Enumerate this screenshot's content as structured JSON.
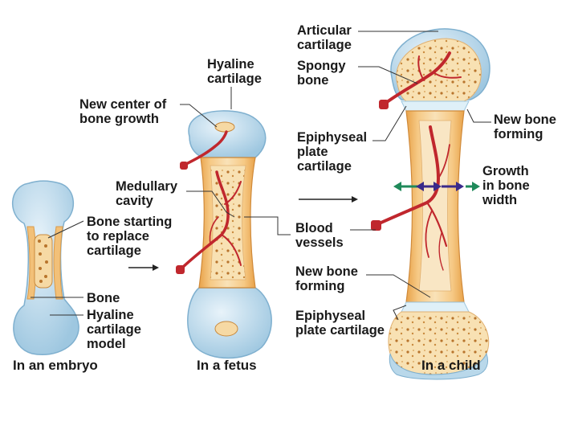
{
  "labels": {
    "new_center": "New center of\nbone growth",
    "hyaline_fetus": "Hyaline\ncartilage",
    "medullary": "Medullary\ncavity",
    "bone_starting": "Bone starting\nto replace\ncartilage",
    "bone": "Bone",
    "hyaline_model": "Hyaline\ncartilage\nmodel",
    "articular": "Articular\ncartilage",
    "spongy": "Spongy\nbone",
    "epiphyseal_plate_upper": "Epiphyseal\nplate\ncartilage",
    "blood_vessels": "Blood\nvessels",
    "new_bone_middle": "New bone\nforming",
    "epiphyseal_plate_lower": "Epiphyseal\nplate cartilage",
    "new_bone_right": "New bone\nforming",
    "growth_width": "Growth\nin bone\nwidth"
  },
  "captions": {
    "embryo": "In an embryo",
    "fetus": "In a fetus",
    "child": "In a child"
  },
  "colors": {
    "cartilage": "#b9d8ea",
    "bone_compact": "#f2c078",
    "spongy": "#f7dfae",
    "vessel": "#c0272d",
    "growth_arrow_green": "#1f8a5a",
    "growth_arrow_blue": "#3a2a8a"
  }
}
